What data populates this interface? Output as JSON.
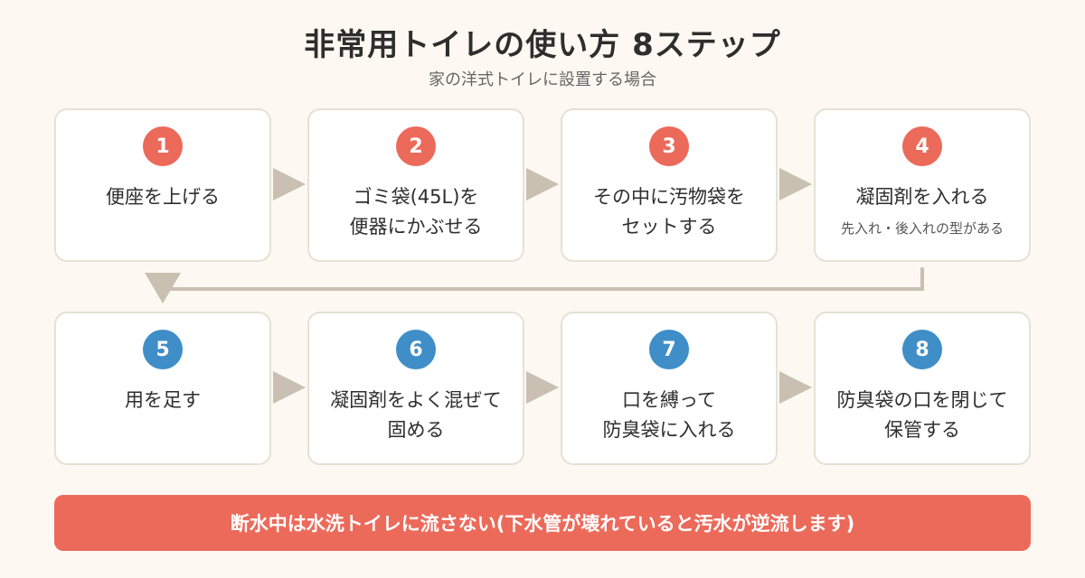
{
  "title": "非常用トイレの使い方 8ステップ",
  "subtitle": "家の洋式トイレに設置する場合",
  "colors": {
    "row1_badge": "#ec6a5a",
    "row2_badge": "#3f8ec7",
    "arrow": "#c9c0b1",
    "warning_bg": "#ec6a5a"
  },
  "steps": [
    {
      "number": "1",
      "line1": "便座を上げる",
      "line2": "",
      "note": ""
    },
    {
      "number": "2",
      "line1": "ゴミ袋(45L)を",
      "line2": "便器にかぶせる",
      "note": ""
    },
    {
      "number": "3",
      "line1": "その中に汚物袋を",
      "line2": "セットする",
      "note": ""
    },
    {
      "number": "4",
      "line1": "凝固剤を入れる",
      "line2": "",
      "note": "先入れ・後入れの型がある"
    },
    {
      "number": "5",
      "line1": "用を足す",
      "line2": "",
      "note": ""
    },
    {
      "number": "6",
      "line1": "凝固剤をよく混ぜて",
      "line2": "固める",
      "note": ""
    },
    {
      "number": "7",
      "line1": "口を縛って",
      "line2": "防臭袋に入れる",
      "note": ""
    },
    {
      "number": "8",
      "line1": "防臭袋の口を閉じて",
      "line2": "保管する",
      "note": ""
    }
  ],
  "warning": "断水中は水洗トイレに流さない(下水管が壊れていると汚水が逆流します)"
}
